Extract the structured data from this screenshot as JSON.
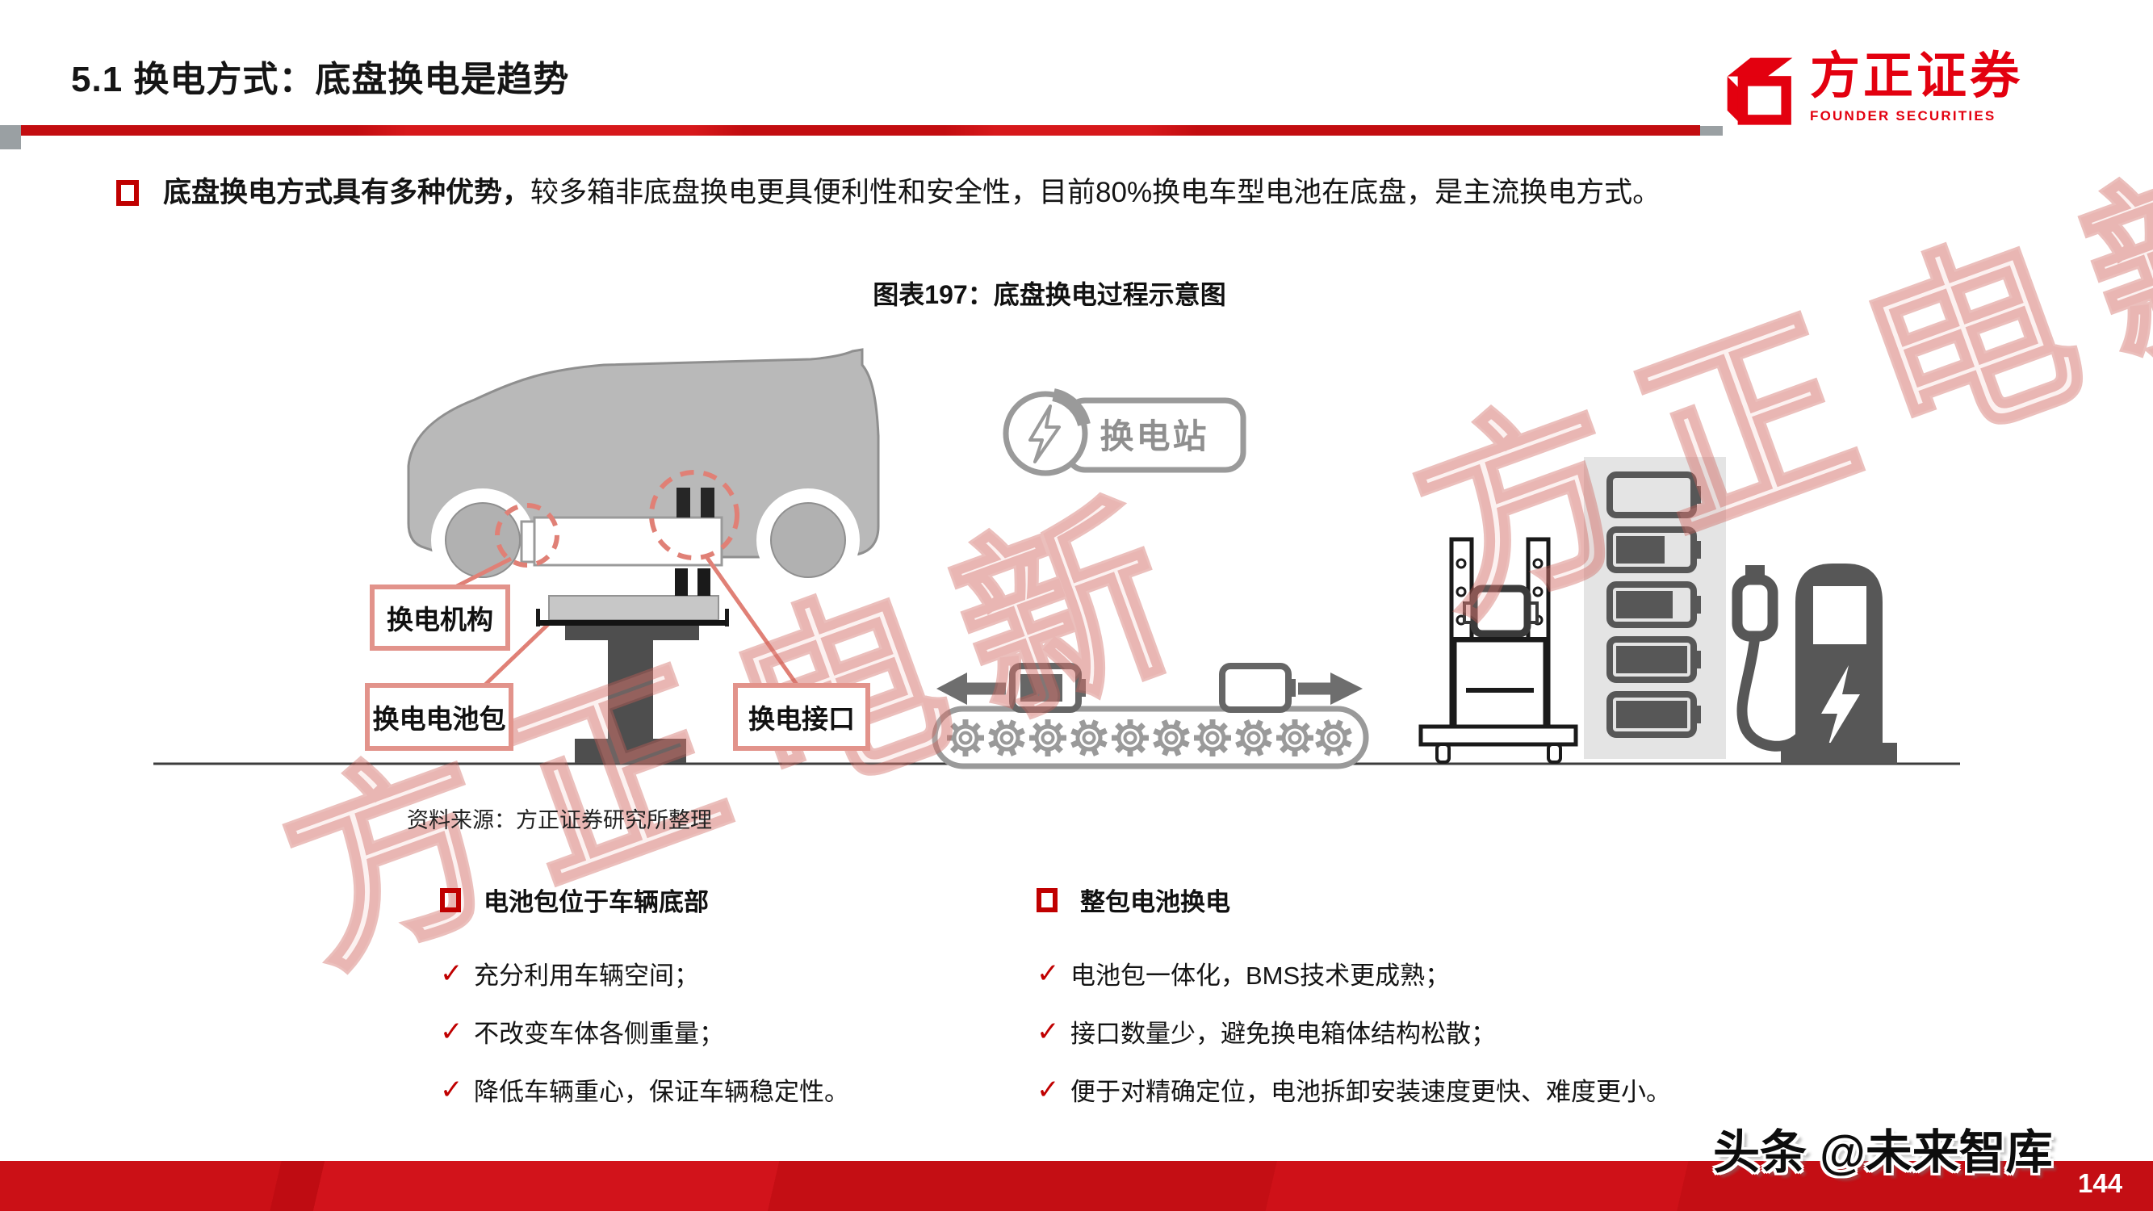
{
  "slide": {
    "title": "5.1 换电方式：底盘换电是趋势",
    "page_number": "144"
  },
  "logo": {
    "cn": "方正证券",
    "en": "FOUNDER SECURITIES"
  },
  "intro": {
    "lead_bold": "底盘换电方式具有多种优势，",
    "rest": "较多箱非底盘换电更具便利性和安全性，目前80%换电车型电池在底盘，是主流换电方式。"
  },
  "figure": {
    "title": "图表197：底盘换电过程示意图",
    "label_mechanism": "换电机构",
    "label_battery_pack": "换电电池包",
    "label_interface": "换电接口",
    "label_station": "换电站",
    "source": "资料来源：方正证券研究所整理"
  },
  "columns": [
    {
      "heading": "电池包位于车辆底部",
      "items": [
        "充分利用车辆空间；",
        "不改变车体各侧重量；",
        "降低车辆重心，保证车辆稳定性。"
      ]
    },
    {
      "heading": "整包电池换电",
      "items": [
        "电池包一体化，BMS技术更成熟；",
        "接口数量少，避免换电箱体结构松散；",
        "便于对精确定位，电池拆卸安装速度更快、难度更小。"
      ]
    }
  ],
  "footer": {
    "handle": "头条 @未来智库"
  },
  "watermark": {
    "text": "方正电新"
  },
  "ui": {
    "check": "✓"
  },
  "colors": {
    "brand_red": "#e3000f",
    "accent_red": "#c00000",
    "bar_red": "#c8101a",
    "salmon": "#e2938b",
    "diagram_gray": "#9a9a9a",
    "dark_gray": "#575757"
  }
}
